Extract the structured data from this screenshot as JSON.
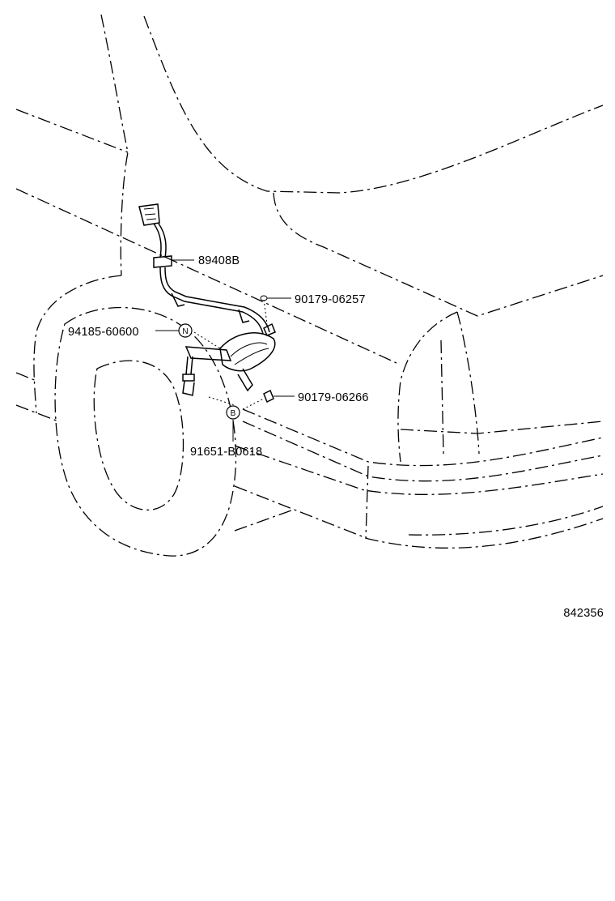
{
  "callouts": {
    "sensor": "89408B",
    "clip_upper": "90179-06257",
    "clip_lower": "90179-06266",
    "grommet": "94185-60600",
    "bolt": "91651-B0618"
  },
  "badges": {
    "grommet_badge": "N",
    "bolt_badge": "B"
  },
  "figure_number": "842356"
}
